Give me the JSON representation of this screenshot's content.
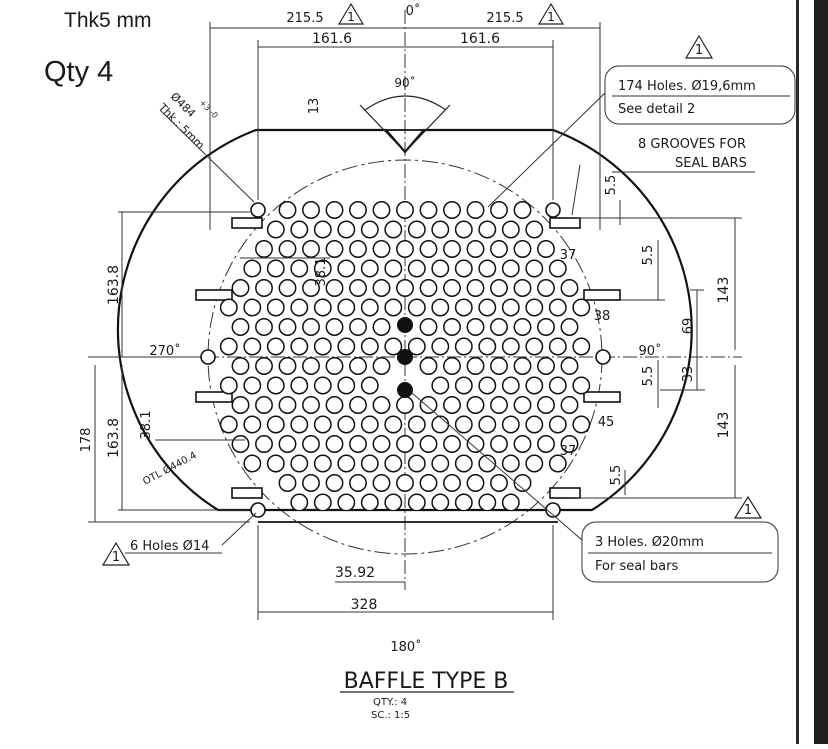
{
  "header": {
    "thickness": "Thk5 mm",
    "quantity": "Qty 4"
  },
  "angles": {
    "top": "0˚",
    "right": "90˚",
    "bottom": "180˚",
    "left": "270˚",
    "notch": "90˚"
  },
  "dimensions": {
    "top_left_215": "215.5",
    "top_right_215": "215.5",
    "top_left_161": "161.6",
    "top_right_161": "161.6",
    "notch_depth": "13",
    "left_163_upper": "163.8",
    "left_163_lower": "163.8",
    "left_178": "178",
    "left_38_upper": "38.1",
    "left_38_lower": "38.1",
    "right_143_upper": "143",
    "right_143_lower": "143",
    "right_69": "69",
    "right_33": "33",
    "right_5_5_a": "5.5",
    "right_5_5_b": "5.5",
    "right_5_5_c": "5.5",
    "right_5_5_d": "5.5",
    "right_37_a": "37",
    "right_37_b": "37",
    "right_38": "38",
    "right_45": "45",
    "bottom_35_92": "35.92",
    "bottom_328": "328"
  },
  "labels": {
    "diameter": "Ø484",
    "diameter_tol": "+3 -0",
    "thk": "Thk.: 5mm",
    "otl": "OTL Ø440.4",
    "holes_174": "174 Holes. Ø19,6mm",
    "see_detail": "See detail 2",
    "grooves_1": "8 GROOVES FOR",
    "grooves_2": "SEAL BARS",
    "holes_6": "6 Holes Ø14",
    "holes_3": "3 Holes. Ø20mm",
    "for_seal": "For seal bars",
    "revision": "1"
  },
  "title_block": {
    "title": "BAFFLE TYPE B",
    "qty": "QTY.: 4",
    "scale": "SC.: 1:5"
  }
}
